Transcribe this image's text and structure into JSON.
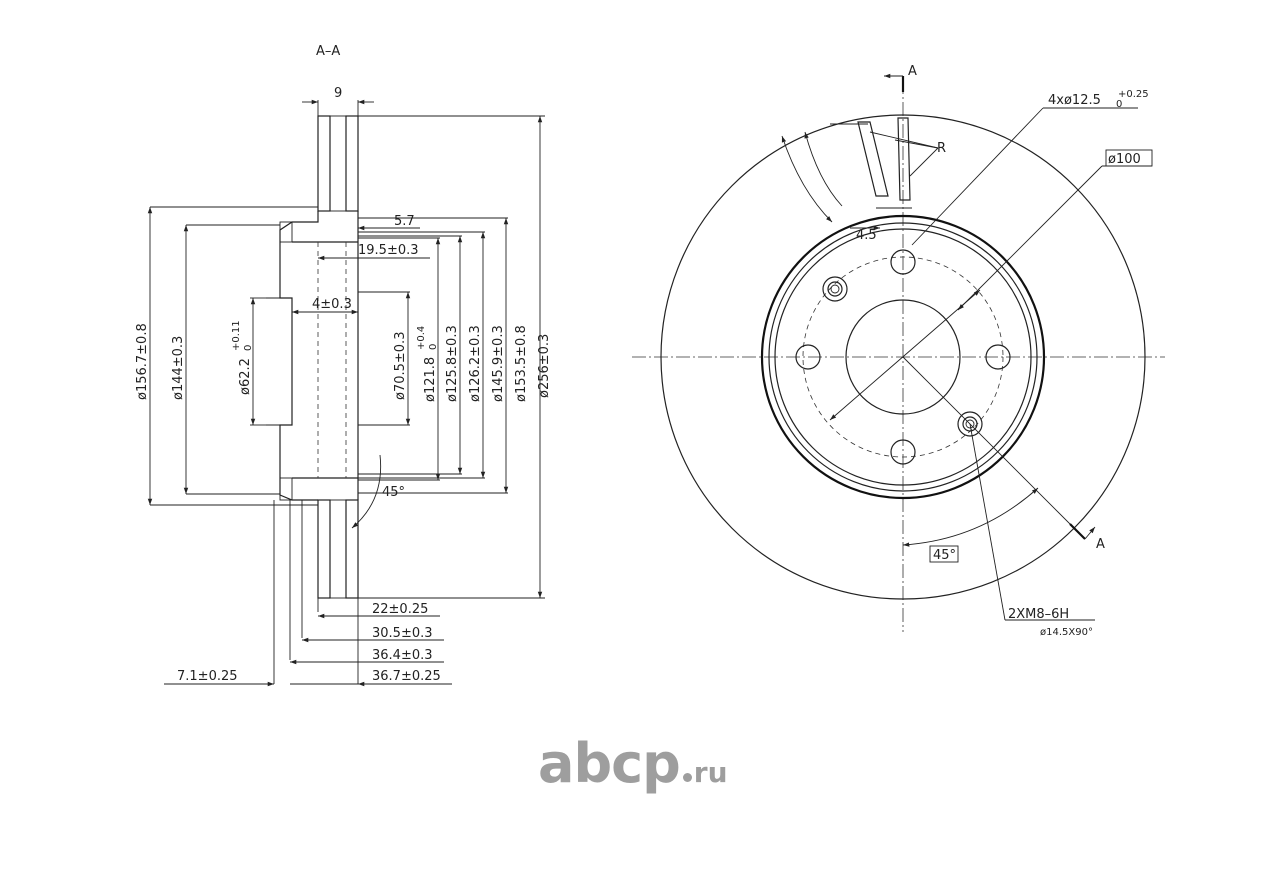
{
  "section": {
    "title": "A–A",
    "dims": {
      "top_width": "9",
      "d1": "5.7",
      "d2": "19.5±0.3",
      "d3": "4±0.3",
      "d_outer1": "ø156.7±0.8",
      "d_outer2": "ø144±0.3",
      "bore": "ø62.2",
      "bore_tol_top": "+0.11",
      "bore_tol_bot": "0",
      "d_70": "ø70.5±0.3",
      "d_121": "ø121.8",
      "d_121_tol_top": "+0.4",
      "d_121_tol_bot": "0",
      "d_125": "ø125.8±0.3",
      "d_126": "ø126.2±0.3",
      "d_145": "ø145.9±0.3",
      "d_153": "ø153.5±0.8",
      "d_256": "ø256±0.3",
      "angle": "45°",
      "t22": "22±0.25",
      "t30": "30.5±0.3",
      "t36": "36.4±0.3",
      "t367": "36.7±0.25",
      "t71": "7.1±0.25"
    }
  },
  "front": {
    "section_mark_top": "A",
    "section_mark_bottom": "A",
    "holes_label": "4xø12.5",
    "holes_tol_top": "+0.25",
    "holes_tol_bot": "0",
    "pcd_label": "ø100",
    "r_label": "R",
    "slot_width": "4.5",
    "angle_label": "45°",
    "thread_label": "2XM8–6H",
    "chamfer_label": "ø14.5X90°"
  },
  "logo": {
    "main": "abcp",
    "tld": "ru",
    "color": "#9e9e9e"
  }
}
